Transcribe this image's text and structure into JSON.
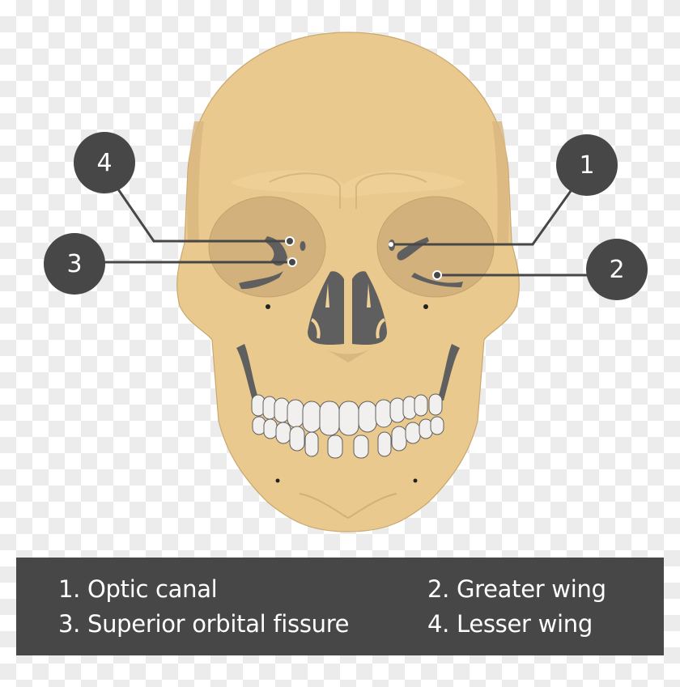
{
  "diagram": {
    "subject": "Human skull, anterior view — sphenoid bone landmarks in the orbit",
    "colors": {
      "bone": "#e9c98d",
      "bone_shade": "#d3b27a",
      "orbit": "#d2b17c",
      "cavity": "#5f5f5f",
      "teeth": "#f1f0ee",
      "callout": "#474747",
      "leader_line": "#474747",
      "legend_bg": "#474747",
      "legend_text": "#ffffff"
    },
    "callouts": [
      {
        "number": "1",
        "label": "Optic canal",
        "circle_center": [
          725,
          204
        ],
        "target": [
          483,
          302
        ]
      },
      {
        "number": "2",
        "label": "Greater wing",
        "circle_center": [
          762,
          333
        ],
        "target": [
          540,
          340
        ]
      },
      {
        "number": "3",
        "label": "Superior orbital fissure",
        "circle_center": [
          92,
          326
        ],
        "target": [
          361,
          323
        ]
      },
      {
        "number": "4",
        "label": "Lesser wing",
        "circle_center": [
          129,
          201
        ],
        "target": [
          358,
          298
        ]
      }
    ]
  },
  "legend": {
    "items": [
      {
        "text": "1. Optic canal"
      },
      {
        "text": "2. Greater wing"
      },
      {
        "text": "3. Superior orbital fissure"
      },
      {
        "text": "4. Lesser wing"
      }
    ]
  }
}
